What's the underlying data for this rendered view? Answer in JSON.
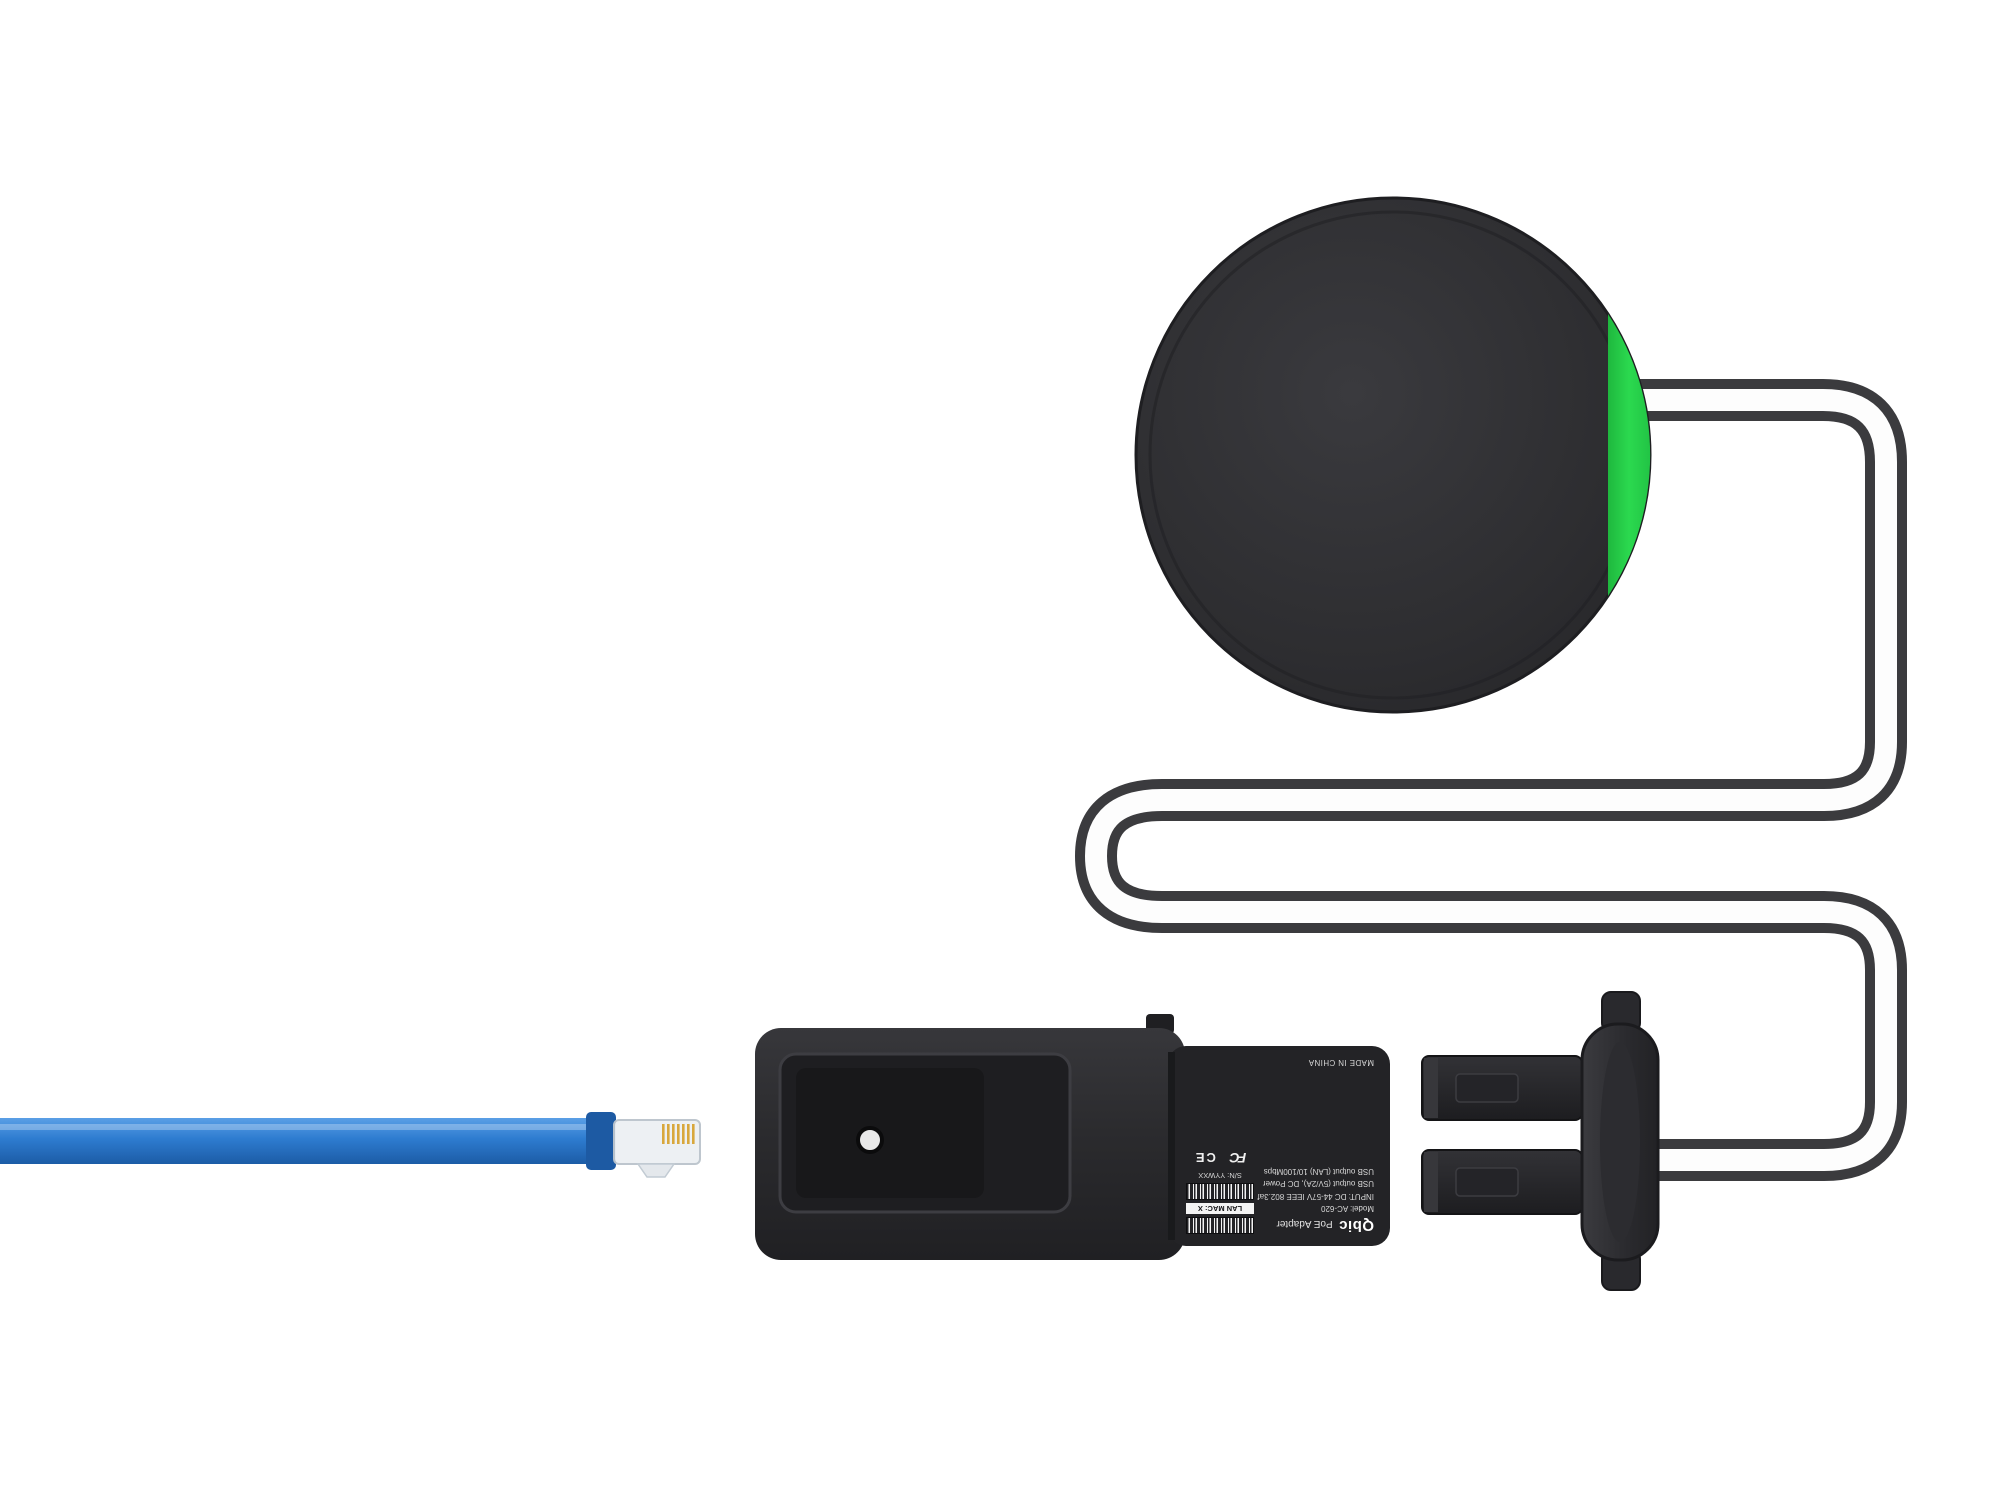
{
  "label": {
    "brand": "Qbic",
    "product": "PoE Adapter",
    "model": "Model: AC-620",
    "input": "INPUT: DC 44-57V IEEE 802.3af",
    "usb_power": "USB output (5V/2A), DC Power",
    "usb_lan": "USB output (LAN) 10/100Mbps",
    "origin": "MADE IN CHINA",
    "lan_mac": "LAN MAC: X",
    "serial": "S/N: YYWXX",
    "fcc_mark": "FC",
    "ce_mark": "CE"
  },
  "colors": {
    "accent_green": "#28d24b",
    "cable_blue": "#2e7cd0",
    "device_black": "#2a2a2d",
    "background": "#ffffff"
  }
}
